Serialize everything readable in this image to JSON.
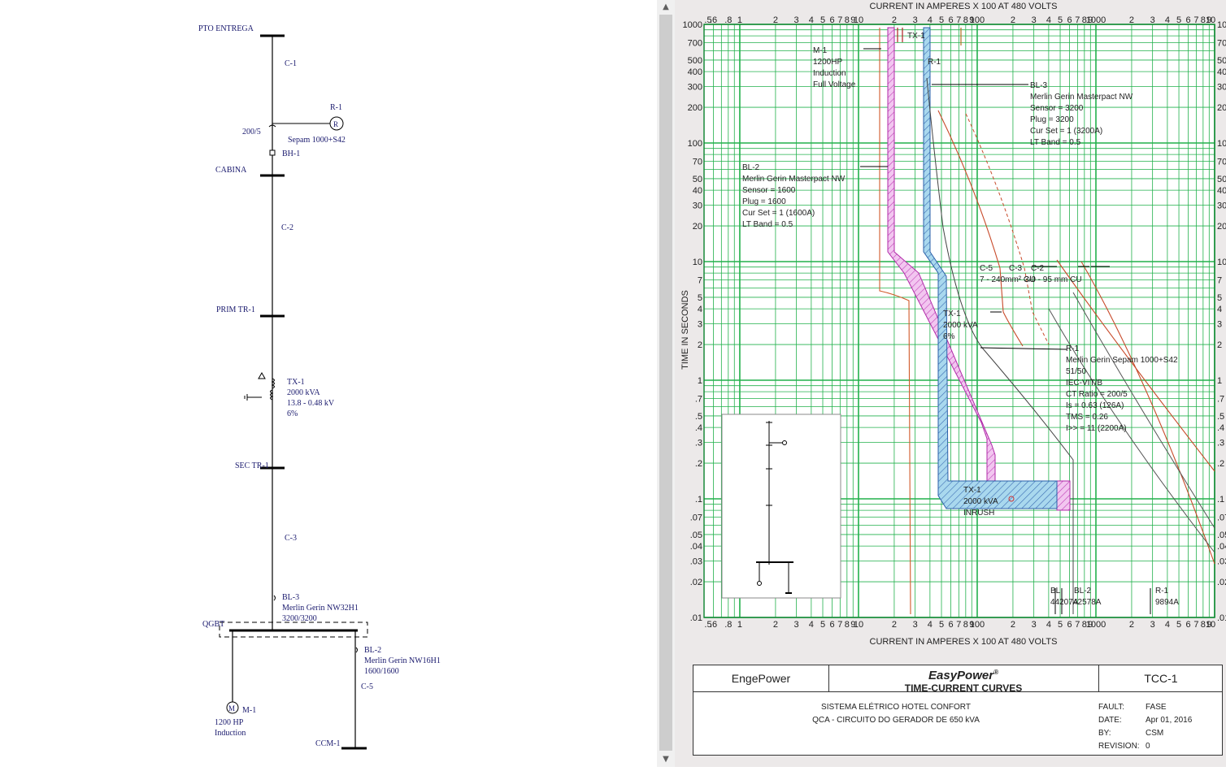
{
  "oneline": {
    "buses": [
      {
        "label": "PTO ENTREGA"
      },
      {
        "label": "CABINA"
      },
      {
        "label": "PRIM TR-1"
      },
      {
        "label": "SEC TR-1"
      },
      {
        "label": "QGBT"
      },
      {
        "label": "CCM-1"
      }
    ],
    "cables": [
      "C-1",
      "C-2",
      "C-3",
      "C-5"
    ],
    "relay": {
      "id": "R-1",
      "ct": "200/5",
      "model": "Sepam 1000+S42",
      "symbol": "R"
    },
    "switch": {
      "id": "BH-1"
    },
    "transformer": {
      "id": "TX-1",
      "rating": "2000 kVA",
      "voltage": "13.8 - 0.48 kV",
      "impedance": "6%"
    },
    "breaker_main": {
      "id": "BL-3",
      "model": "Merlin Gerin NW32H1",
      "rating": "3200/3200"
    },
    "breaker_feeder": {
      "id": "BL-2",
      "model": "Merlin Gerin NW16H1",
      "rating": "1600/1600"
    },
    "motor": {
      "id": "M-1",
      "symbol": "M",
      "rating": "1200 HP",
      "type": "Induction"
    }
  },
  "scroll": {
    "up": "▲",
    "down": "▼"
  },
  "tcc": {
    "xlabel": "CURRENT IN AMPERES X 100 AT 480 VOLTS",
    "ylabel": "TIME IN SECONDS",
    "x_ticks": [
      ".5",
      ".6",
      ".8",
      "1",
      "2",
      "3",
      "4",
      "5",
      "6",
      "7",
      "8",
      "9",
      "10",
      "2",
      "3",
      "4",
      "5",
      "6",
      "7",
      "8",
      "9",
      "100",
      "2",
      "3",
      "4",
      "5",
      "6",
      "7",
      "8",
      "9",
      "1000",
      "2",
      "3",
      "4",
      "5",
      "6",
      "7",
      "8",
      "9",
      "10"
    ],
    "y_ticks": [
      "1000",
      "700",
      "500",
      "400",
      "300",
      "200",
      "100",
      "70",
      "50",
      "40",
      "30",
      "20",
      "10",
      "7",
      "5",
      "4",
      "3",
      "2",
      "1",
      ".7",
      ".5",
      ".4",
      ".3",
      ".2",
      ".1",
      ".07",
      ".05",
      ".04",
      ".03",
      ".02",
      ".01"
    ],
    "labels": {
      "m1": [
        "M-1",
        "1200HP",
        "Induction",
        "Full Voltage"
      ],
      "bl2": [
        "BL-2",
        "Merlin Gerin Masterpact NW",
        "Sensor = 1600",
        "Plug = 1600",
        "Cur Set = 1 (1600A)",
        "LT Band = 0.5"
      ],
      "bl3": [
        "BL-3",
        "Merlin Gerin Masterpact NW",
        "Sensor = 3200",
        "Plug = 3200",
        "Cur Set = 1 (3200A)",
        "LT Band = 0.5"
      ],
      "r1": [
        "R-1",
        "Merlin Gerin Sepam 1000+S42",
        "51/50",
        "IEC-VIT/B",
        "CT Ratio = 200/5",
        "Is = 0.63 (126A)",
        "TMS = 0.26",
        "I>> = 11 (2200A)"
      ],
      "tx1": [
        "TX-1",
        "2000 kVA",
        "6%"
      ],
      "tx1_inrush": [
        "TX-1",
        "2000 kVA",
        "INRUSH"
      ],
      "cables": [
        "C-5",
        "C-3",
        "C-2",
        "7 - 240mm² CU",
        "3/0 - 95 mm CU"
      ],
      "tx1_top": "TX-1",
      "r1_top": "R-1",
      "fault_bl": "BL-2",
      "fault_bl_alt": "BL",
      "fault_bl_val": "44207A",
      "fault_bl_val_alt": "42578A",
      "fault_r1": "R-1",
      "fault_r1_val": "9894A"
    }
  },
  "titleblock": {
    "company": "EngePower",
    "product": "EasyPower",
    "reg": "®",
    "subtitle": "TIME-CURRENT CURVES",
    "system": "SISTEMA ELÉTRICO HOTEL CONFORT",
    "circuit": "QCA - CIRCUITO DO GERADOR DE 650 kVA",
    "drawing": "TCC-1",
    "fault_k": "FAULT:",
    "fault_v": "FASE",
    "date_k": "DATE:",
    "date_v": "Apr 01, 2016",
    "by_k": "BY:",
    "by_v": "CSM",
    "rev_k": "REVISION:",
    "rev_v": "0"
  }
}
